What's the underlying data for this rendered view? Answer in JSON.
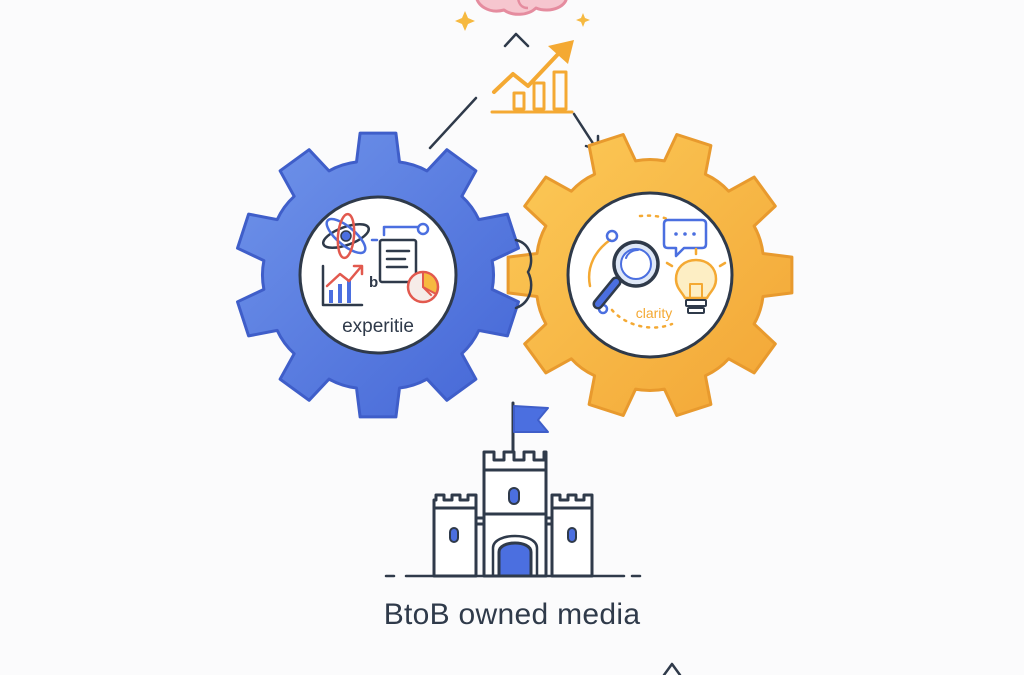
{
  "diagram": {
    "left_gear": {
      "label": "experitie",
      "small_mark": "b",
      "fill_from": "#6c8fe8",
      "fill_to": "#4a6fd8"
    },
    "right_gear": {
      "label": "clarity",
      "fill_from": "#fbc64f",
      "fill_to": "#f3aa3a"
    },
    "caption": "BtoB owned media",
    "colors": {
      "ink": "#2f3a4a",
      "blue": "#4b6fe0",
      "orange": "#f4a933",
      "red": "#e2594e",
      "pink": "#f2a6b4",
      "gold": "#f6b940"
    },
    "icons": [
      "brain-icon",
      "sparkle-icon",
      "growth-chart-icon",
      "atom-icon",
      "line-chart-icon",
      "document-icon",
      "pie-chart-icon",
      "magnifier-icon",
      "speech-bubble-icon",
      "lightbulb-icon",
      "castle-icon",
      "flag-icon"
    ]
  }
}
